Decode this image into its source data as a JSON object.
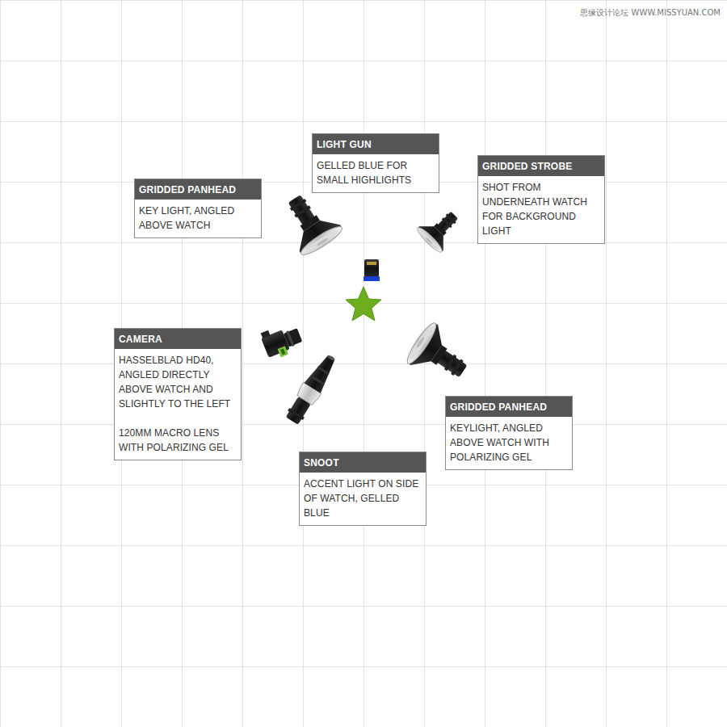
{
  "diagram": {
    "nodes": [
      {
        "text": [
          "LIGHT GUN",
          "GELLED BLUE FOR SMALL HIGHLIGHTS"
        ]
      },
      {
        "text": [
          "GRIDDED STROBE",
          "SHOT FROM UNDERNEATH WATCH FOR BACKGROUND LIGHT"
        ]
      },
      {
        "text": [
          "GRIDDED PANHEAD",
          "KEY LIGHT, ANGLED ABOVE WATCH"
        ]
      },
      {
        "text": [
          "CAMERA",
          "HASSELBLAD HD40, ANGLED DIRECTLY ABOVE WATCH AND SLIGHTLY TO THE LEFT",
          "120MM MACRO LENS WITH POLARIZING GEL"
        ]
      },
      {
        "text": [
          "GRIDDED PANHEAD",
          "KEYLIGHT, ANGLED ABOVE WATCH WITH POLARIZING GEL"
        ]
      },
      {
        "text": [
          "SNOOT",
          "ACCENT LIGHT ON SIDE OF WATCH, GELLED BLUE"
        ]
      }
    ],
    "labels": [
      "思缘设计论坛 WWW.MISSYUAN.COM"
    ]
  }
}
